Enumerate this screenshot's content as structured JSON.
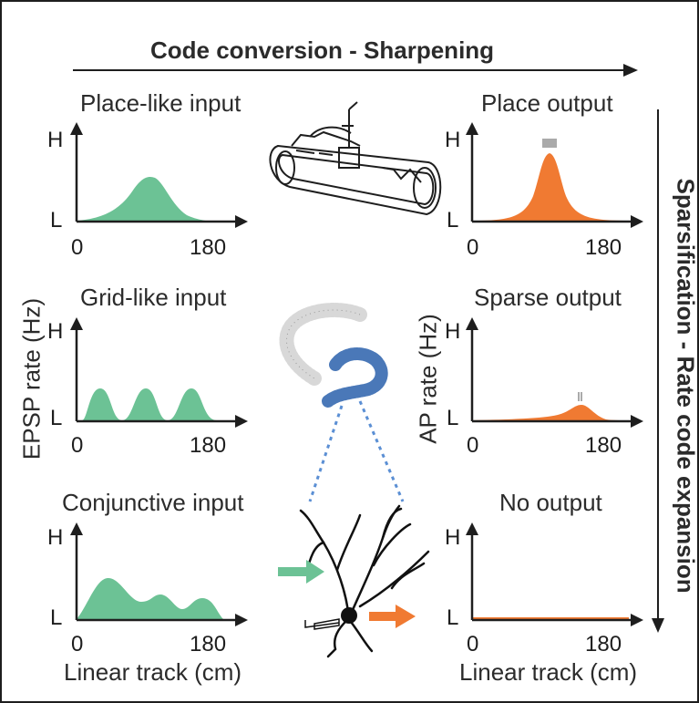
{
  "header": {
    "top_title": "Code conversion - Sharpening",
    "right_title": "Sparsification - Rate code expansion"
  },
  "axes": {
    "left_ylabel": "EPSP rate (Hz)",
    "right_ylabel": "AP rate (Hz)",
    "left_xlabel": "Linear track (cm)",
    "right_xlabel": "Linear track (cm)",
    "y_high": "H",
    "y_low": "L",
    "x_min": "0",
    "x_max": "180"
  },
  "panels": {
    "place_input": {
      "title": "Place-like input"
    },
    "grid_input": {
      "title": "Grid-like input"
    },
    "conj_input": {
      "title": "Conjunctive input"
    },
    "place_output": {
      "title": "Place output"
    },
    "sparse_output": {
      "title": "Sparse output"
    },
    "no_output": {
      "title": "No output"
    }
  },
  "colors": {
    "input_fill": "#6cc295",
    "output_fill": "#f07a32",
    "hippocampus_dots": "#4a78b8",
    "dashed_lines": "#5b8fd4"
  },
  "icons": [
    "treadmill-mouse-illustration",
    "hippocampus-illustration",
    "neuron-illustration",
    "input-arrow-icon",
    "output-arrow-icon",
    "electrode-icon"
  ]
}
